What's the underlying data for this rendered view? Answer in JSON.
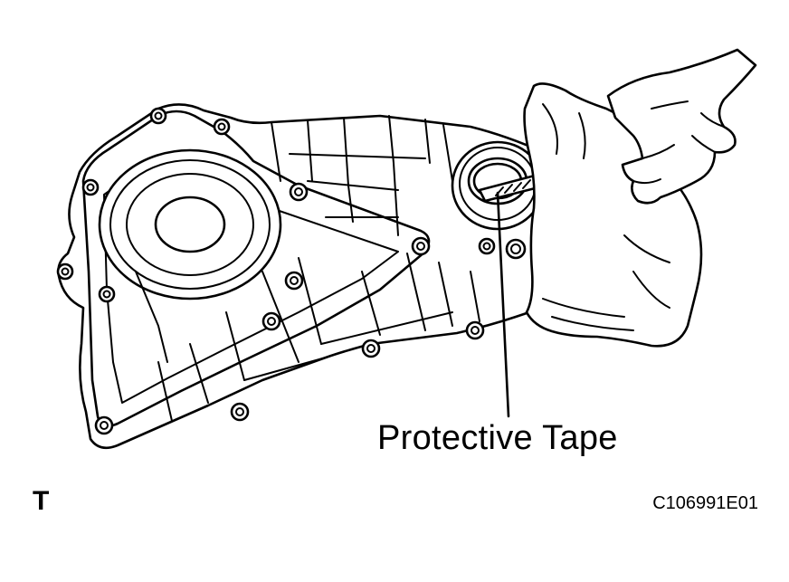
{
  "labels": {
    "callout": "Protective Tape",
    "corner_letter": "T",
    "figure_code": "C106991E01"
  },
  "colors": {
    "line": "#000000",
    "background": "#ffffff"
  }
}
